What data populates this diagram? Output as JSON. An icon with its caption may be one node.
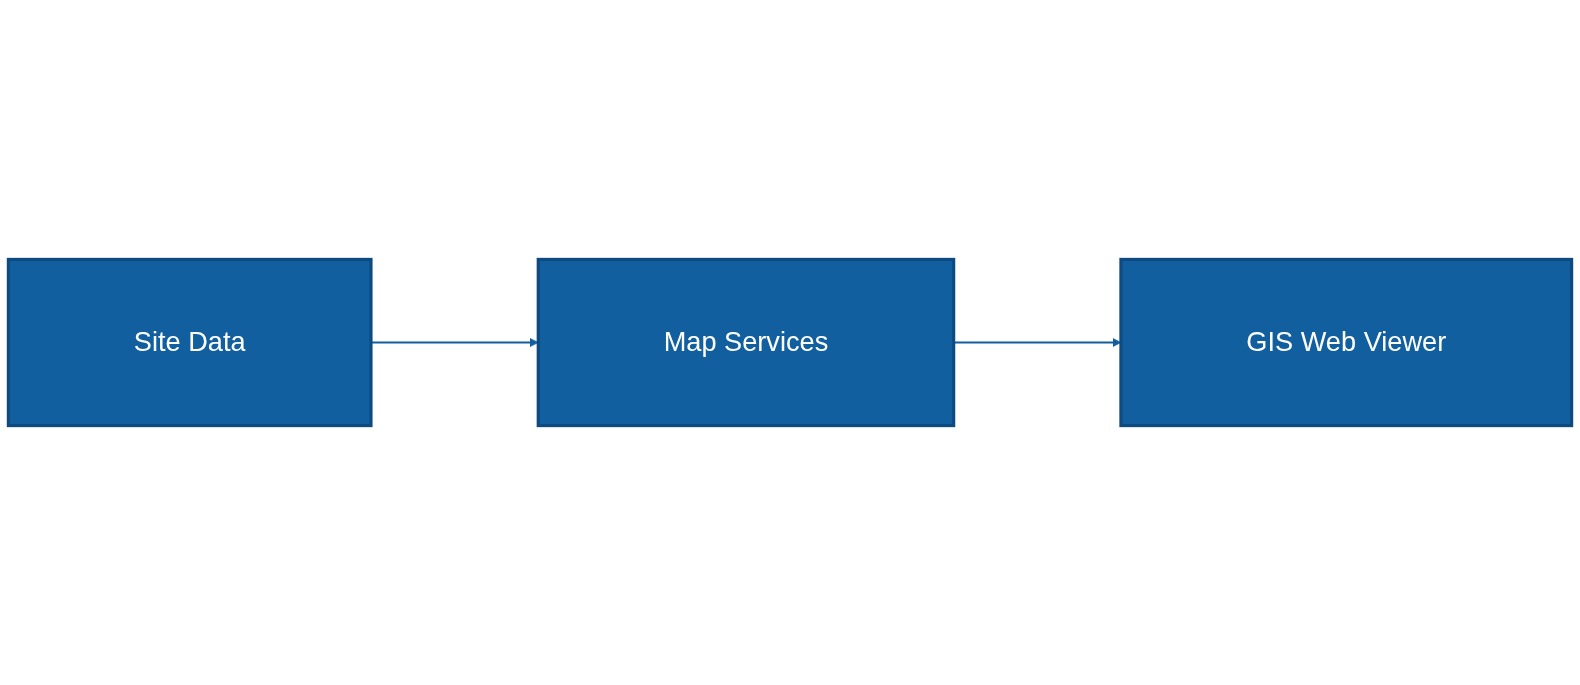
{
  "diagram": {
    "nodes": [
      {
        "text": [
          "Site Data"
        ]
      },
      {
        "text": [
          "Map Services"
        ]
      },
      {
        "text": [
          "GIS Web Viewer"
        ]
      }
    ],
    "edges": [
      {
        "from": 0,
        "to": 1,
        "arrow": "to"
      },
      {
        "from": 1,
        "to": 2,
        "arrow": "to"
      }
    ]
  }
}
